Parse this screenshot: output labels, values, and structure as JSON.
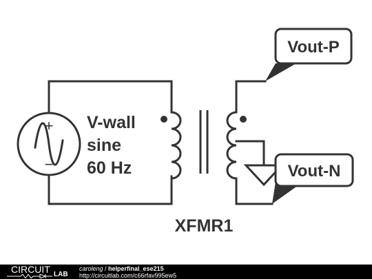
{
  "source": {
    "line1": "V-wall",
    "line2": "sine",
    "line3": "60 Hz",
    "plus": "+",
    "minus": "−"
  },
  "transformer": {
    "label": "XFMR1"
  },
  "outputs": {
    "positive": "Vout-P",
    "negative": "Vout-N"
  },
  "footer": {
    "logo_top": "CIRCUIT",
    "logo_bottom": "LAB",
    "author": "caroleng",
    "separator": " / ",
    "title": "helperfinal_ese215",
    "url": "http://circuitlab.com/c66rfav995ew5"
  },
  "colors": {
    "line": "#333333",
    "background": "#ffffff",
    "footer": "#000000"
  }
}
